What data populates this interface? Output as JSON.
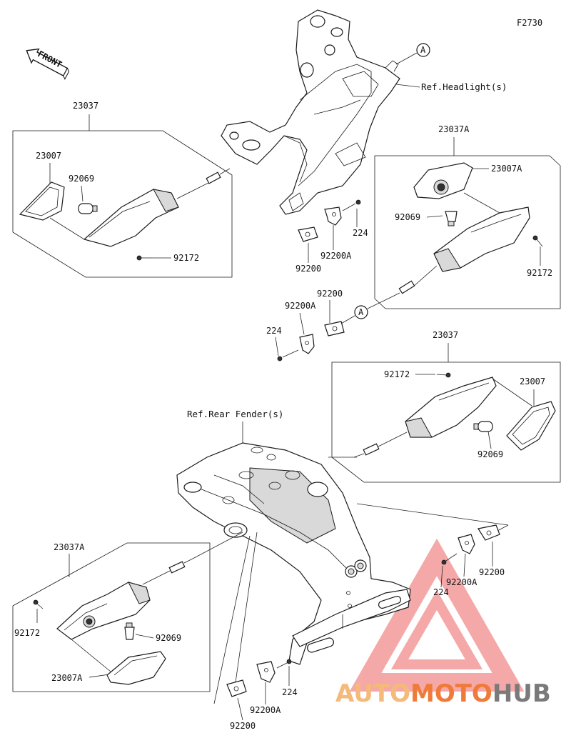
{
  "figure_id": "F2730",
  "front_label": "FRONT",
  "refs": {
    "headlight": "Ref.Headlight(s)",
    "rear_fender": "Ref.Rear Fender(s)"
  },
  "callout_letter": "A",
  "groups": {
    "front_left": {
      "assembly": "23037",
      "lens": "23007",
      "bulb": "92069",
      "screw": "92172"
    },
    "front_right": {
      "assembly": "23037A",
      "lens": "23007A",
      "bulb": "92069",
      "screw": "92172"
    },
    "front_center": {
      "plate": "92200",
      "plate_a": "92200A",
      "bolt": "224"
    },
    "front_mid": {
      "plate": "92200",
      "plate_a": "92200A",
      "bolt": "224"
    },
    "rear_right": {
      "assembly": "23037",
      "lens": "23007",
      "bulb": "92069",
      "screw": "92172"
    },
    "rear_left": {
      "assembly": "23037A",
      "lens": "23007A",
      "bulb": "92069",
      "screw": "92172"
    },
    "rear_right_mount": {
      "plate": "92200",
      "plate_a": "92200A",
      "bolt": "224"
    },
    "rear_center_mount": {
      "plate": "92200",
      "plate_a": "92200A",
      "bolt": "224"
    }
  },
  "watermark": {
    "part1": "AUTO",
    "part2": "MOTO",
    "part3": "HUB",
    "color_light": "#f5b97a",
    "color_accent": "#f07a3a",
    "color_dark": "#7a7a7a",
    "triangle_color": "#f28c8c"
  }
}
